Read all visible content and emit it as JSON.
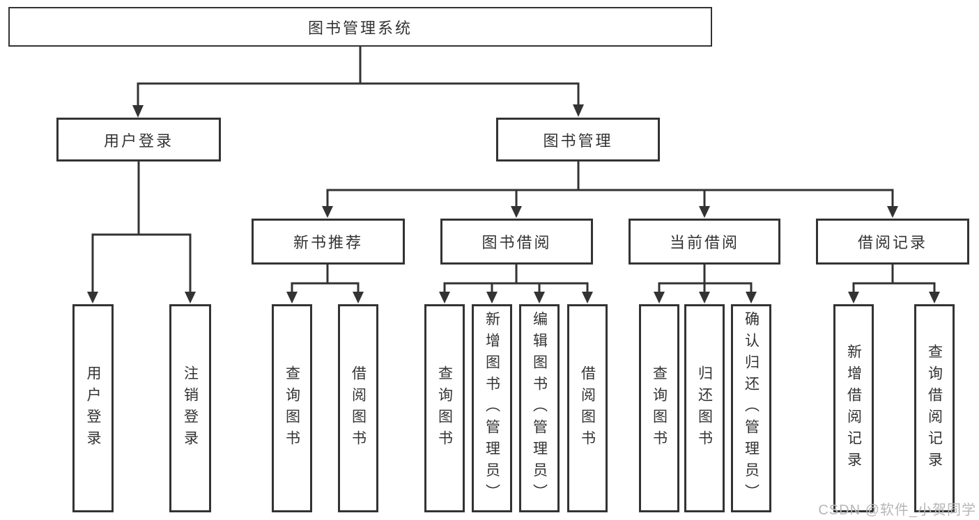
{
  "diagram": {
    "type": "function-structure-tree",
    "tree": {
      "label": "图书管理系统",
      "children": [
        {
          "label": "用户登录",
          "children": [
            {
              "label": "用户登录"
            },
            {
              "label": "注销登录"
            }
          ]
        },
        {
          "label": "图书管理",
          "children": [
            {
              "label": "新书推荐",
              "children": [
                {
                  "label": "查询图书"
                },
                {
                  "label": "借阅图书"
                }
              ]
            },
            {
              "label": "图书借阅",
              "children": [
                {
                  "label": "查询图书"
                },
                {
                  "label": "新增图书（管理员）"
                },
                {
                  "label": "编辑图书（管理员）"
                },
                {
                  "label": "借阅图书"
                }
              ]
            },
            {
              "label": "当前借阅",
              "children": [
                {
                  "label": "查询图书"
                },
                {
                  "label": "归还图书"
                },
                {
                  "label": "确认归还（管理员）"
                }
              ]
            },
            {
              "label": "借阅记录",
              "children": [
                {
                  "label": "新增借阅记录"
                },
                {
                  "label": "查询借阅记录"
                }
              ]
            }
          ]
        }
      ]
    }
  },
  "watermark": {
    "text": "CSDN @软件_小贺同学"
  },
  "colors": {
    "line": "#333333",
    "box_border": "#333333",
    "text": "#333333",
    "background": "#ffffff",
    "watermark": "#b6b6b6"
  }
}
